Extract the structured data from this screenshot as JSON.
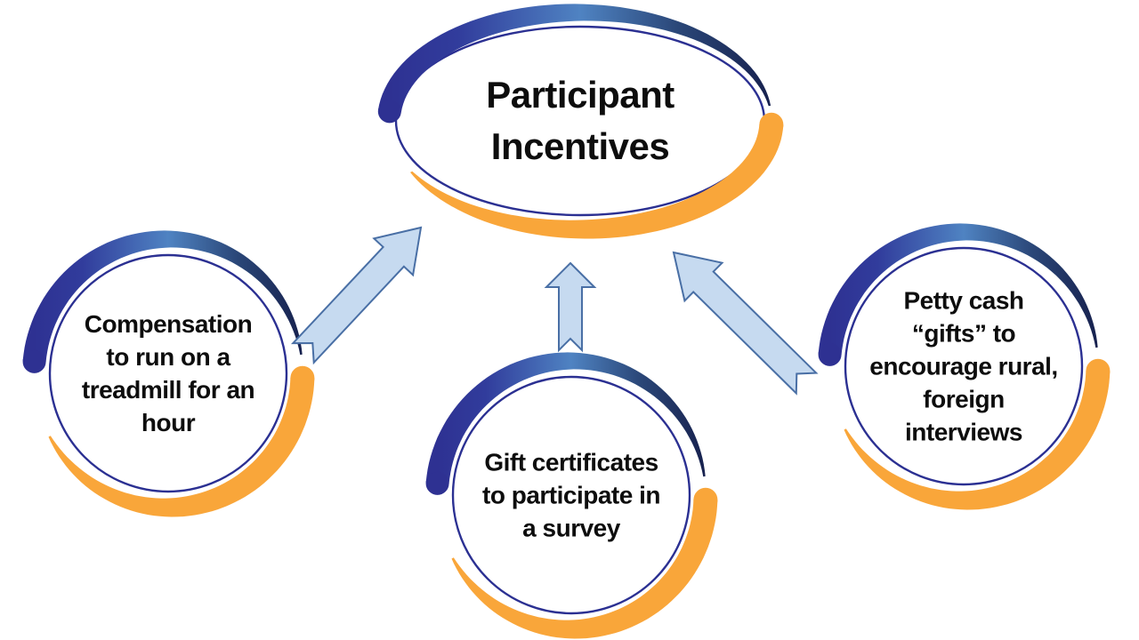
{
  "center": {
    "lines": [
      "Participant",
      "Incentives"
    ]
  },
  "satellites": {
    "treadmill": {
      "lines": [
        "Compensation",
        "to run on a",
        "treadmill for an",
        "hour"
      ]
    },
    "survey": {
      "lines": [
        "Gift certificates",
        "to participate in",
        "a survey"
      ]
    },
    "pettycash": {
      "lines": [
        "Petty cash",
        "“gifts” to",
        "encourage rural,",
        "foreign",
        "interviews"
      ]
    }
  },
  "colors": {
    "background": "#FFFFFF",
    "ring_navy": "#2B3092",
    "arc_indigo": "#2E3192",
    "arc_steel_blue": "#4F83C2",
    "arc_dark_navy": "#17214E",
    "arc_orange": "#F9A63A",
    "arrow_fill": "#C6DAF0",
    "arrow_stroke": "#496FA5",
    "text": "#0D0D0D"
  }
}
